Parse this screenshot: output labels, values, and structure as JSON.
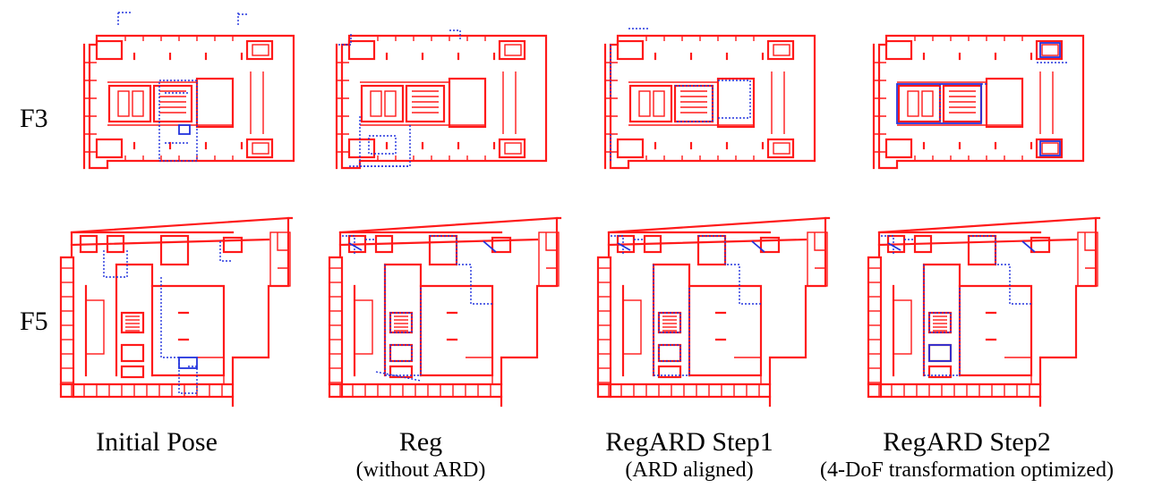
{
  "rows": {
    "top": "F3",
    "bottom": "F5"
  },
  "captions": [
    {
      "main": "Initial Pose",
      "sub": ""
    },
    {
      "main": "Reg",
      "sub": "(without ARD)"
    },
    {
      "main": "RegARD Step1",
      "sub": "(ARD aligned)"
    },
    {
      "main": "RegARD Step2",
      "sub": "(4-DoF transformation optimized)"
    }
  ],
  "colors": {
    "map": "#ff1a1a",
    "scan": "#2233dd"
  }
}
